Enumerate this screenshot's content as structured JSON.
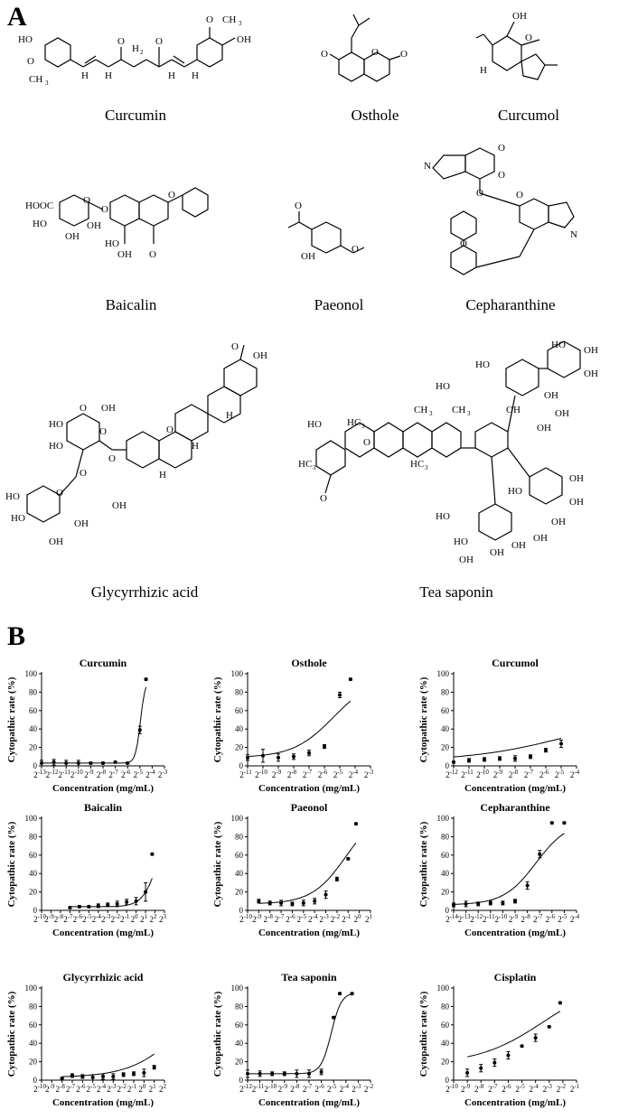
{
  "panel_a_label": "A",
  "panel_b_label": "B",
  "compounds": [
    {
      "name": "Curcumin",
      "atoms": [
        "HO",
        "O",
        "CH",
        "3",
        "O",
        "O",
        "H",
        "2",
        "H",
        "H",
        "H",
        "H",
        "O",
        "CH",
        "3",
        "OH"
      ]
    },
    {
      "name": "Osthole",
      "atoms": [
        "O",
        "O",
        "O"
      ]
    },
    {
      "name": "Curcumol",
      "atoms": [
        "OH",
        "O",
        "H"
      ]
    },
    {
      "name": "Baicalin",
      "atoms": [
        "HOOC",
        "O",
        "O",
        "HO",
        "OH",
        "OH",
        "HO",
        "OH",
        "O",
        "O"
      ]
    },
    {
      "name": "Paeonol",
      "atoms": [
        "O",
        "OH",
        "O"
      ]
    },
    {
      "name": "Cepharanthine",
      "atoms": [
        "O",
        "O",
        "N",
        "O",
        "O",
        "O",
        "N"
      ]
    },
    {
      "name": "Glycyrrhizic acid",
      "atoms": [
        "O",
        "OH",
        "HO",
        "O",
        "HO",
        "O",
        "HO",
        "O",
        "O",
        "HO",
        "OH",
        "OH",
        "O",
        "H",
        "H",
        "H",
        "O",
        "OH",
        "OH"
      ]
    },
    {
      "name": "Tea saponin",
      "atoms": [
        "HO",
        "H",
        "C",
        "3",
        "O",
        "CH",
        "3",
        "CH",
        "3",
        "H",
        "C",
        "3",
        "O",
        "H",
        "C",
        "3",
        "HO",
        "OH",
        "OH",
        "HO",
        "OH",
        "OH",
        "HO",
        "OH",
        "OH",
        "HO",
        "OH",
        "OH",
        "HO",
        "OH",
        "OH",
        "OH",
        "HO",
        "OH",
        "OH"
      ]
    }
  ],
  "chart_data": [
    {
      "type": "scatter",
      "title": "Curcumin",
      "xlabel": "Concentration (mg/mL)",
      "ylabel": "Cytopathic rate (%)",
      "xlim": [
        -13,
        -3
      ],
      "ylim": [
        0,
        100
      ],
      "x_ticks": [
        -13,
        -12,
        -11,
        -10,
        -9,
        -8,
        -7,
        -6,
        -5,
        -4,
        -3
      ],
      "y_ticks": [
        0,
        20,
        40,
        60,
        80,
        100
      ],
      "x": [
        -13,
        -12,
        -11,
        -10,
        -9,
        -8,
        -7,
        -6,
        -5,
        -4.5
      ],
      "y": [
        3,
        4,
        3,
        3,
        3,
        3,
        4,
        3,
        39,
        94
      ],
      "err": [
        3,
        3,
        3,
        3,
        1,
        1,
        1,
        1,
        4,
        1
      ],
      "curve": {
        "bottom": 3,
        "top": 95,
        "ec50": -4.95,
        "hill": 7
      }
    },
    {
      "type": "scatter",
      "title": "Osthole",
      "xlabel": "Concentration (mg/mL)",
      "ylabel": "Cytopathic rate (%)",
      "xlim": [
        -11,
        -3
      ],
      "ylim": [
        0,
        100
      ],
      "x_ticks": [
        -11,
        -10,
        -9,
        -8,
        -7,
        -6,
        -5,
        -4,
        -3
      ],
      "y_ticks": [
        0,
        20,
        40,
        60,
        80,
        100
      ],
      "x": [
        -11,
        -10,
        -9,
        -8,
        -7,
        -6,
        -5,
        -4.3
      ],
      "y": [
        9,
        11,
        9,
        10,
        14,
        21,
        77,
        94
      ],
      "err": [
        3,
        7,
        4,
        3,
        3,
        2,
        3,
        1
      ],
      "curve": {
        "bottom": 9,
        "top": 97,
        "ec50": -5.4,
        "hill": 1.1
      }
    },
    {
      "type": "scatter",
      "title": "Curcumol",
      "xlabel": "Concentration (mg/mL)",
      "ylabel": "Cytopathic rate (%)",
      "xlim": [
        -12,
        -4
      ],
      "ylim": [
        0,
        100
      ],
      "x_ticks": [
        -12,
        -11,
        -10,
        -9,
        -8,
        -7,
        -6,
        -5,
        -4
      ],
      "y_ticks": [
        0,
        20,
        40,
        60,
        80,
        100
      ],
      "x": [
        -12,
        -11,
        -10,
        -9,
        -8,
        -7,
        -6,
        -5
      ],
      "y": [
        4,
        6,
        7,
        8,
        8,
        10,
        17,
        24
      ],
      "err": [
        1,
        2,
        2,
        2,
        3,
        2,
        2,
        4
      ],
      "curve": {
        "bottom": 5,
        "top": 60,
        "ec50": -4.4,
        "hill": 0.45
      }
    },
    {
      "type": "scatter",
      "title": "Baicalin",
      "xlabel": "Concentration (mg/mL)",
      "ylabel": "Cytopathic rate (%)",
      "xlim": [
        -10,
        3
      ],
      "ylim": [
        0,
        100
      ],
      "x_ticks": [
        -10,
        -9,
        -8,
        -7,
        -6,
        -5,
        -4,
        -3,
        -2,
        -1,
        0,
        1,
        2,
        3
      ],
      "y_ticks": [
        0,
        20,
        40,
        60,
        80,
        100
      ],
      "x": [
        -7,
        -6,
        -5,
        -4,
        -3,
        -2,
        -1,
        0,
        1,
        1.7
      ],
      "y": [
        3,
        4,
        4,
        5,
        6,
        7,
        9,
        10,
        20,
        61
      ],
      "err": [
        1,
        1,
        1,
        2,
        2,
        3,
        3,
        4,
        10,
        1
      ],
      "curve": {
        "bottom": 4,
        "top": 100,
        "ec50": 2.3,
        "hill": 1.8
      }
    },
    {
      "type": "scatter",
      "title": "Paeonol",
      "xlabel": "Concentration (mg/mL)",
      "ylabel": "Cytopathic rate (%)",
      "xlim": [
        -10,
        1
      ],
      "ylim": [
        0,
        100
      ],
      "x_ticks": [
        -10,
        -9,
        -8,
        -7,
        -6,
        -5,
        -4,
        -3,
        -2,
        -1,
        0,
        1
      ],
      "y_ticks": [
        0,
        20,
        40,
        60,
        80,
        100
      ],
      "x": [
        -9,
        -8,
        -7,
        -6,
        -5,
        -4,
        -3,
        -2,
        -1,
        -0.3
      ],
      "y": [
        10,
        8,
        8,
        7,
        8,
        10,
        17,
        34,
        56,
        94
      ],
      "err": [
        2,
        2,
        3,
        2,
        3,
        3,
        4,
        2,
        1,
        1
      ],
      "curve": {
        "bottom": 7,
        "top": 110,
        "ec50": -1.2,
        "hill": 0.95
      }
    },
    {
      "type": "scatter",
      "title": "Cepharanthine",
      "xlabel": "Concentration (mg/mL)",
      "ylabel": "Cytopathic rate (%)",
      "xlim": [
        -14,
        -4
      ],
      "ylim": [
        0,
        100
      ],
      "x_ticks": [
        -14,
        -13,
        -12,
        -11,
        -10,
        -9,
        -8,
        -7,
        -6,
        -5,
        -4
      ],
      "y_ticks": [
        0,
        20,
        40,
        60,
        80,
        100
      ],
      "x": [
        -14,
        -13,
        -12,
        -11,
        -10,
        -9,
        -8,
        -7,
        -6,
        -5
      ],
      "y": [
        6,
        7,
        7,
        8,
        8,
        10,
        27,
        61,
        95,
        95
      ],
      "err": [
        2,
        3,
        2,
        2,
        2,
        2,
        4,
        4,
        1,
        1
      ],
      "curve": {
        "bottom": 6,
        "top": 97,
        "ec50": -7.3,
        "hill": 1.1
      }
    },
    {
      "type": "scatter",
      "title": "Glycyrrhizic acid",
      "xlabel": "Concentration (mg/mL)",
      "ylabel": "Cytopathic rate (%)",
      "xlim": [
        -10,
        2
      ],
      "ylim": [
        0,
        100
      ],
      "x_ticks": [
        -10,
        -9,
        -8,
        -7,
        -6,
        -5,
        -4,
        -3,
        -2,
        -1,
        0,
        1,
        2
      ],
      "y_ticks": [
        0,
        20,
        40,
        60,
        80,
        100
      ],
      "x": [
        -8,
        -7,
        -6,
        -5,
        -4,
        -3,
        -2,
        -1,
        0,
        1
      ],
      "y": [
        2,
        5,
        4,
        3,
        4,
        4,
        6,
        7,
        8,
        14
      ],
      "err": [
        1,
        2,
        2,
        3,
        3,
        3,
        2,
        2,
        4,
        2
      ],
      "curve": {
        "bottom": 3,
        "top": 100,
        "ec50": 3.5,
        "hill": 0.6
      }
    },
    {
      "type": "scatter",
      "title": "Tea saponin",
      "xlabel": "Concentration (mg/mL)",
      "ylabel": "Cytopathic rate (%)",
      "xlim": [
        -12,
        -2
      ],
      "ylim": [
        0,
        100
      ],
      "x_ticks": [
        -12,
        -11,
        -10,
        -9,
        -8,
        -7,
        -6,
        -5,
        -4,
        -3,
        -2
      ],
      "y_ticks": [
        0,
        20,
        40,
        60,
        80,
        100
      ],
      "x": [
        -12,
        -11,
        -10,
        -9,
        -8,
        -7,
        -6,
        -5,
        -4.5,
        -3.5
      ],
      "y": [
        7,
        7,
        7,
        7,
        7,
        7,
        9,
        68,
        94,
        94
      ],
      "err": [
        4,
        3,
        2,
        2,
        4,
        4,
        3,
        1,
        1,
        1
      ],
      "curve": {
        "bottom": 7,
        "top": 95,
        "ec50": -5.2,
        "hill": 3.5
      }
    },
    {
      "type": "scatter",
      "title": "Cisplatin",
      "xlabel": "Concentration (mg/mL)",
      "ylabel": "Cytopathic rate (%)",
      "xlim": [
        -10,
        -1
      ],
      "ylim": [
        0,
        100
      ],
      "x_ticks": [
        -10,
        -9,
        -8,
        -7,
        -6,
        -5,
        -4,
        -3,
        -2,
        -1
      ],
      "y_ticks": [
        0,
        20,
        40,
        60,
        80,
        100
      ],
      "x": [
        -9,
        -8,
        -7,
        -6,
        -5,
        -4,
        -3,
        -2.2
      ],
      "y": [
        8,
        13,
        19,
        27,
        37,
        46,
        58,
        84
      ],
      "err": [
        4,
        4,
        4,
        4,
        1,
        4,
        1,
        1
      ],
      "curve": {
        "bottom": 17,
        "top": 110,
        "ec50": -3.4,
        "hill": 0.6
      }
    }
  ]
}
